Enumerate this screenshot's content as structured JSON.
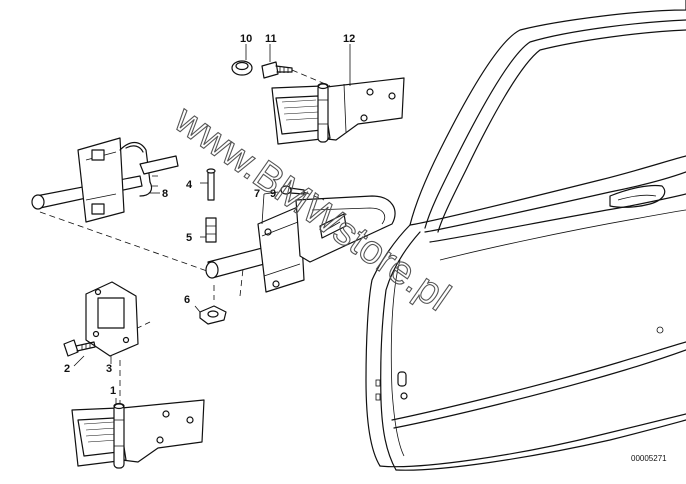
{
  "callouts": [
    "1",
    "2",
    "3",
    "4",
    "5",
    "6",
    "7",
    "8",
    "9",
    "10",
    "11",
    "12"
  ],
  "part_number": "00005271",
  "watermark": "www.BMWstore.pl"
}
